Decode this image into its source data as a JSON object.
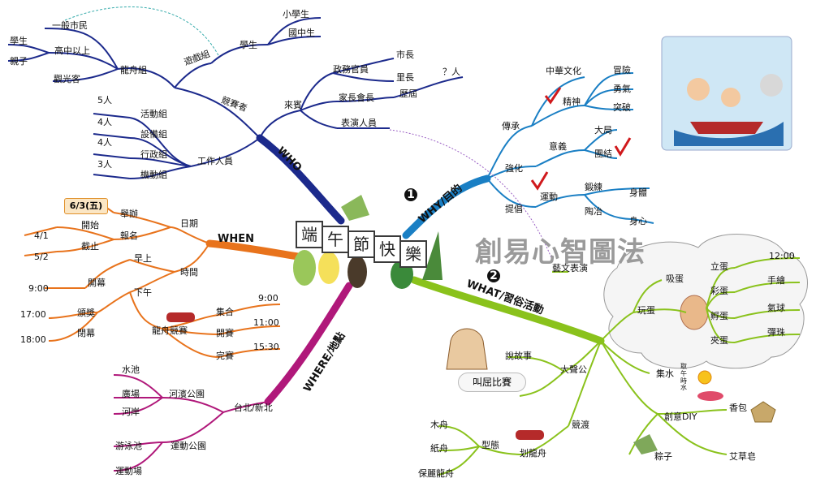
{
  "watermark": "創易心智圖法",
  "center_tiles": [
    "端",
    "午",
    "節",
    "快",
    "樂"
  ],
  "badge_number_1": "1",
  "badge_number_2": "2",
  "who": {
    "title": "WHO",
    "competitor": "競賽者",
    "guest": "來賓",
    "staff": "工作人員",
    "dragon_group": "龍舟組",
    "game_group": "遊戲組",
    "general_public": "一般市民",
    "high_school_up": "高中以上",
    "tourists": "觀光客",
    "students_left": "學生",
    "parent_child": "親子",
    "students": "學生",
    "elementary": "小學生",
    "junior_high": "國中生",
    "officials": "政務官員",
    "mayor": "市長",
    "village_chief": "里長",
    "parents_president": "家長會長",
    "past_terms": "歷屆",
    "count_unknown": "？人",
    "performers": "表演人員",
    "activity_team": "活動組",
    "equipment_team": "設備組",
    "admin_team": "行政組",
    "mobile_team": "機動組",
    "five_people": "5人",
    "four_people_a": "4人",
    "four_people_b": "4人",
    "three_people": "3人"
  },
  "when": {
    "title": "WHEN",
    "date": "日期",
    "time": "時間",
    "hold": "舉辦",
    "register": "報名",
    "start": "開始",
    "end": "截止",
    "hold_date": "6/3(五)",
    "start_date": "4/1",
    "end_date": "5/2",
    "morning": "早上",
    "afternoon": "下午",
    "opening": "開幕",
    "award": "頒獎",
    "closing": "閉幕",
    "t0900": "9:00",
    "t1700": "17:00",
    "t1800": "18:00",
    "dragon_race": "龍舟競賽",
    "assemble": "集合",
    "race_start": "開賽",
    "race_end": "完賽",
    "r0900": "9:00",
    "r1100": "11:00",
    "r1530": "15:30"
  },
  "where": {
    "title": "WHERE/地點",
    "taipei": "台北/新北",
    "riverside_park": "河濱公園",
    "sports_park": "運動公園",
    "pool": "水池",
    "plaza": "廣場",
    "riverbank": "河岸",
    "swimming_pool": "游泳池",
    "sports_field": "運動場"
  },
  "why": {
    "title": "WHY/目的",
    "inherit": "傳承",
    "strengthen": "強化",
    "promote": "提倡",
    "chinese_culture": "中華文化",
    "spirit": "精神",
    "adventure": "冒險",
    "courage": "勇氣",
    "breakthrough": "突破",
    "meaning": "意義",
    "big_picture": "大局",
    "unity": "團結",
    "exercise": "運動",
    "training": "鍛練",
    "body": "身體",
    "cultivate": "陶冶",
    "mind": "身心",
    "performance": "藝文表演"
  },
  "what": {
    "title": "WHAT/習俗活動",
    "egg_play": "玩蛋",
    "suck_egg": "吸蛋",
    "stand_egg": "立蛋",
    "color_egg": "彩蛋",
    "hatch_egg": "孵蛋",
    "clip_egg": "夾蛋",
    "noon": "12:00",
    "hand_paint": "手繪",
    "balloon": "氣球",
    "marble": "彈珠",
    "collect_water": "集水",
    "noon_water": "取午時水",
    "creative_diy": "創意DIY",
    "sachet": "香包",
    "zongzi": "粽子",
    "mugwort_soap": "艾草皂",
    "loud_speaker": "大聲公",
    "storytelling": "說故事",
    "yelling_contest": "叫屈比賽",
    "race": "競渡",
    "type": "型態",
    "paddle_boat": "划龍舟",
    "wooden_boat": "木舟",
    "paper_boat": "紙舟",
    "bottle_boat": "保麗龍舟"
  },
  "colors": {
    "who": "#1c2a8c",
    "when": "#e8731c",
    "where": "#b0187a",
    "why": "#1a7fc4",
    "what": "#8ac21c",
    "what_sub": "#6aa61a"
  }
}
